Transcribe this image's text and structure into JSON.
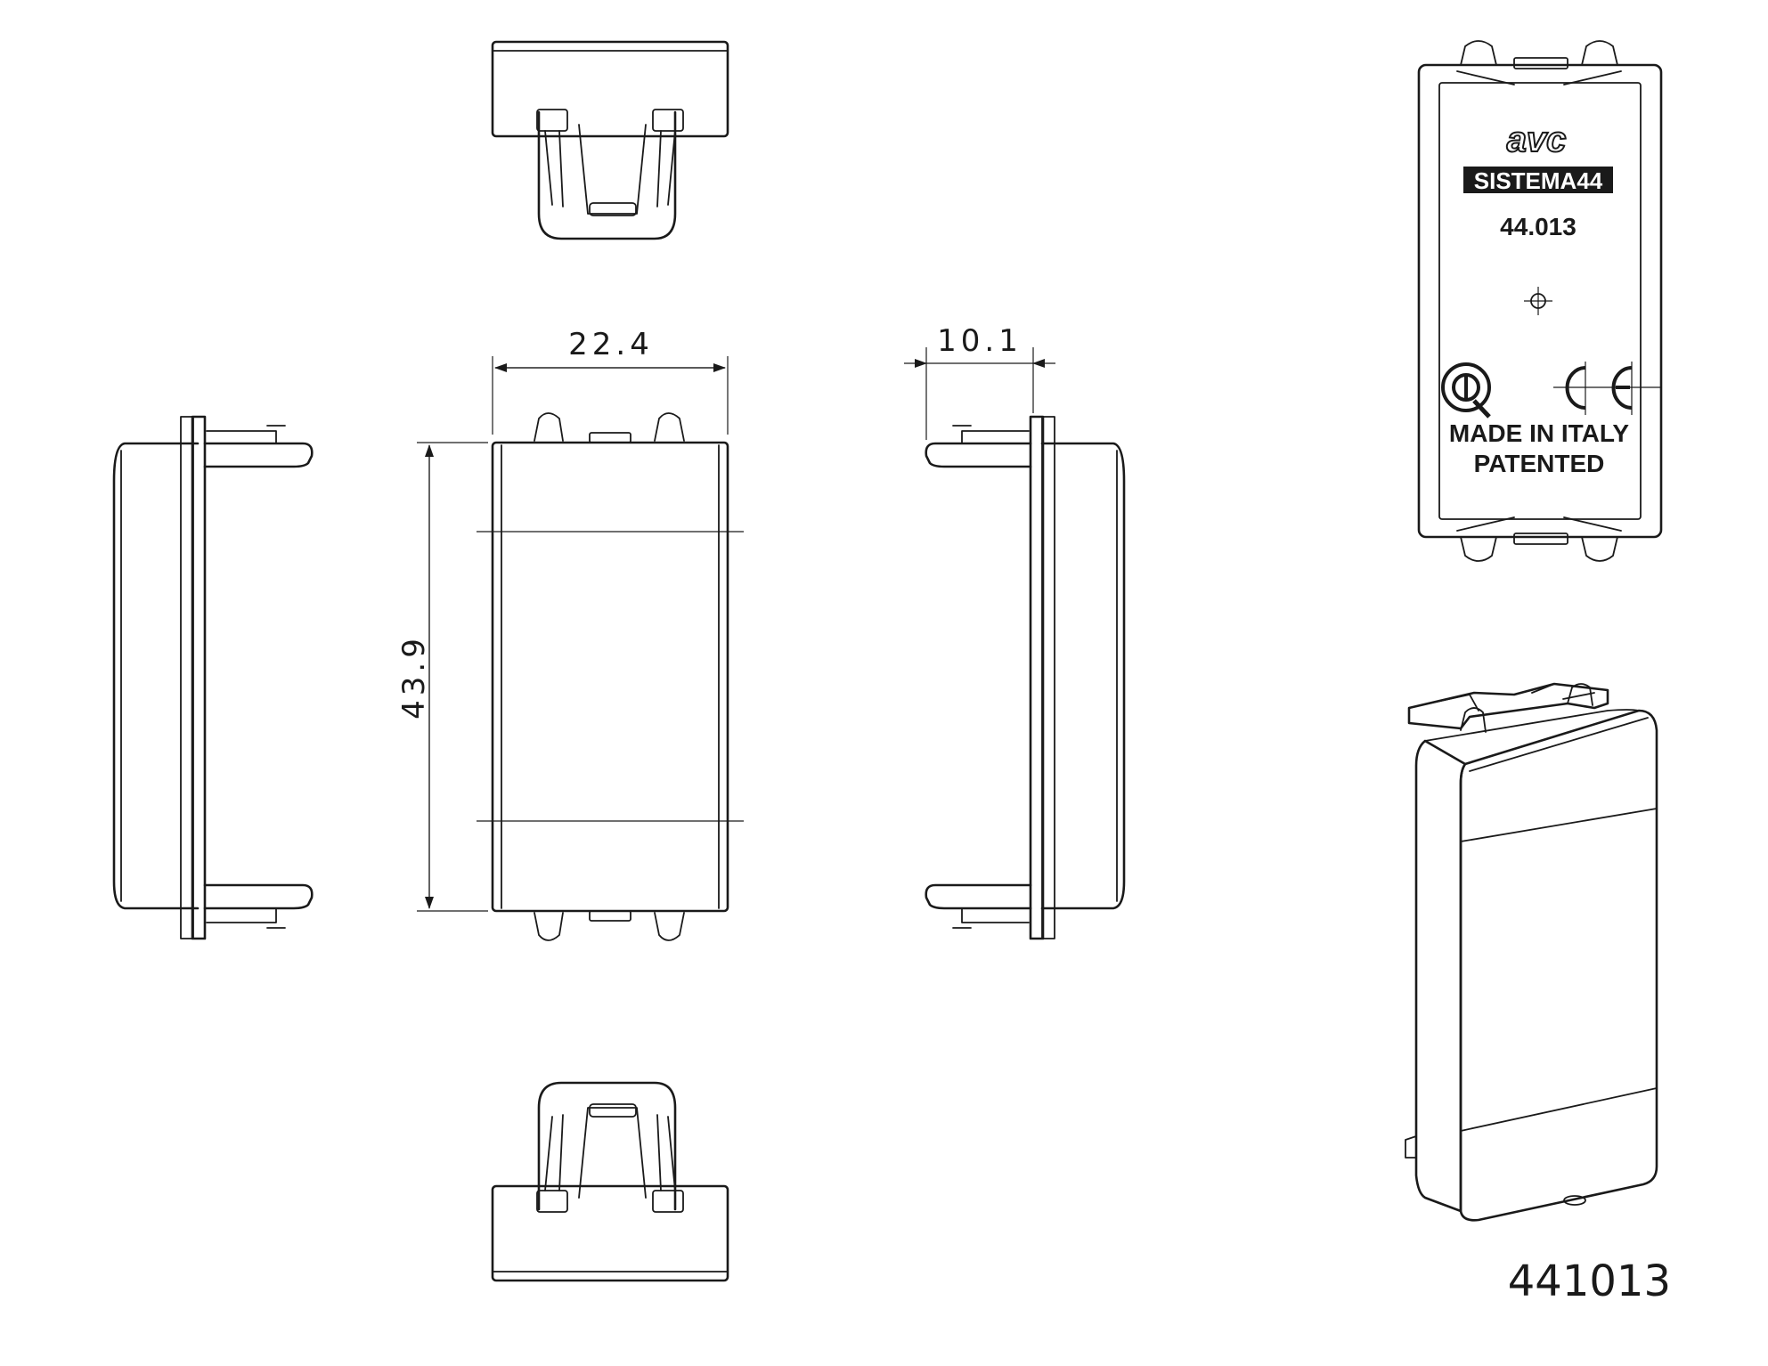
{
  "drawing": {
    "product_code": "441013",
    "dimensions": {
      "width": "22.4",
      "height": "43.9",
      "depth": "10.1"
    },
    "front_label": {
      "brand": "avc",
      "series": "SISTEMA44",
      "model": "44.013",
      "origin": "MADE IN ITALY",
      "patent": "PATENTED"
    },
    "icons": [
      "imq-mark-icon",
      "ce-mark-icon"
    ]
  }
}
